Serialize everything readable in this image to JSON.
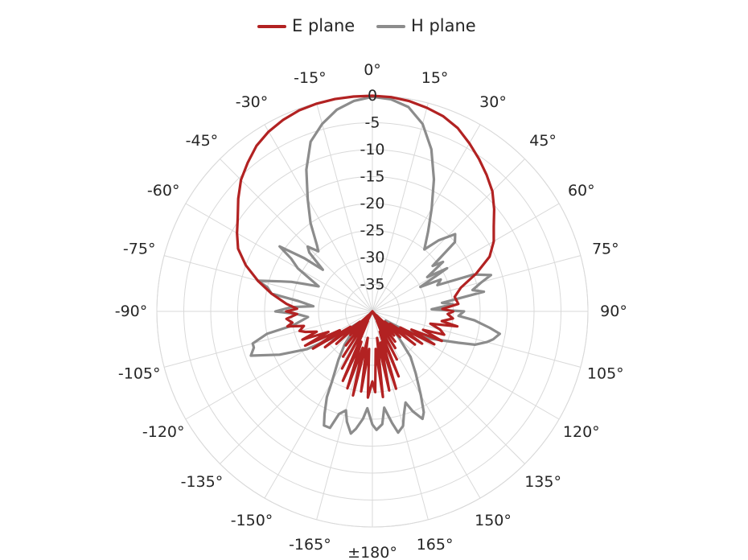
{
  "chart_data": {
    "type": "polar-line",
    "title": "",
    "theta_unit": "degrees",
    "theta_direction": "clockwise",
    "theta_zero": "top",
    "angle_ticks": [
      0,
      15,
      30,
      45,
      60,
      75,
      90,
      105,
      120,
      135,
      150,
      165,
      180,
      -165,
      -150,
      -135,
      -120,
      -105,
      -90,
      -75,
      -60,
      -45,
      -30,
      -15
    ],
    "angle_tick_labels": [
      "0°",
      "15°",
      "30°",
      "45°",
      "60°",
      "75°",
      "90°",
      "105°",
      "120°",
      "135°",
      "150°",
      "165°",
      "±180°",
      "-165°",
      "-150°",
      "-135°",
      "-120°",
      "-105°",
      "-90°",
      "-75°",
      "-60°",
      "-45°",
      "-30°",
      "-15°"
    ],
    "radial_range": [
      -40,
      0
    ],
    "radial_ticks": [
      0,
      -5,
      -10,
      -15,
      -20,
      -25,
      -30,
      -35
    ],
    "radial_tick_labels": [
      "0",
      "-5",
      "-10",
      "-15",
      "-20",
      "-25",
      "-30",
      "-35"
    ],
    "grid": true,
    "legend_position": "top-center",
    "series": [
      {
        "name": "E plane",
        "color": "#b22222",
        "theta": [
          0,
          5,
          10,
          15,
          20,
          25,
          30,
          35,
          40,
          45,
          50,
          55,
          60,
          65,
          70,
          75,
          80,
          85,
          88,
          90,
          92,
          95,
          98,
          100,
          102,
          105,
          108,
          110,
          113,
          115,
          118,
          120,
          123,
          125,
          128,
          130,
          133,
          135,
          138,
          140,
          143,
          145,
          148,
          150,
          153,
          155,
          158,
          160,
          163,
          165,
          168,
          170,
          173,
          175,
          178,
          180,
          183,
          185,
          188,
          190,
          193,
          195,
          198,
          200,
          203,
          205,
          208,
          210,
          213,
          215,
          218,
          220,
          223,
          225,
          228,
          230,
          233,
          235,
          238,
          240,
          243,
          245,
          248,
          250,
          253,
          255,
          258,
          260,
          262,
          265,
          268,
          270,
          272,
          275,
          280,
          285,
          290,
          295,
          300,
          305,
          310,
          315,
          320,
          325,
          330,
          335,
          340,
          345,
          350,
          355,
          360
        ],
        "r": [
          0,
          -0.1,
          -0.4,
          -0.9,
          -1.5,
          -2.5,
          -4,
          -5.5,
          -7,
          -8.5,
          -10.5,
          -12.5,
          -14,
          -16,
          -19.5,
          -23,
          -24.5,
          -24,
          -27,
          -25,
          -26,
          -25,
          -27,
          -24,
          -29,
          -27,
          -26,
          -30,
          -26,
          -32,
          -27,
          -34,
          -29,
          -36,
          -30,
          -37,
          -33,
          -39,
          -34,
          -40,
          -33,
          -40,
          -32,
          -40,
          -30,
          -38,
          -27,
          -36,
          -25,
          -34,
          -25,
          -35,
          -24,
          -33,
          -25,
          -27,
          -24,
          -33,
          -25,
          -35,
          -24,
          -33,
          -25,
          -34,
          -26,
          -38,
          -28,
          -40,
          -30,
          -39,
          -32,
          -40,
          -34,
          -39,
          -31,
          -37,
          -29,
          -35,
          -27,
          -33,
          -26,
          -31,
          -26,
          -29,
          -27,
          -26,
          -27,
          -24,
          -25,
          -24,
          -26,
          -24,
          -26,
          -24,
          -21,
          -18,
          -15,
          -12.5,
          -11,
          -9.5,
          -7.5,
          -5.5,
          -4,
          -2.5,
          -1.5,
          -0.8,
          -0.3,
          -0.1,
          0,
          0,
          0
        ]
      },
      {
        "name": "H plane",
        "color": "#8c8c8c",
        "theta": [
          0,
          5,
          10,
          15,
          20,
          25,
          30,
          35,
          40,
          43,
          47,
          50,
          53,
          55,
          58,
          60,
          63,
          65,
          68,
          70,
          73,
          75,
          78,
          80,
          83,
          85,
          88,
          90,
          93,
          95,
          98,
          100,
          103,
          105,
          108,
          110,
          115,
          120,
          125,
          130,
          135,
          140,
          145,
          150,
          153,
          155,
          158,
          160,
          163,
          165,
          168,
          170,
          173,
          175,
          178,
          180,
          183,
          185,
          188,
          190,
          193,
          195,
          198,
          200,
          203,
          205,
          208,
          210,
          215,
          220,
          225,
          230,
          235,
          240,
          245,
          250,
          253,
          255,
          258,
          260,
          263,
          265,
          268,
          270,
          273,
          275,
          278,
          280,
          283,
          285,
          288,
          290,
          295,
          300,
          303,
          305,
          308,
          310,
          313,
          315,
          318,
          320,
          325,
          330,
          335,
          340,
          345,
          350,
          355,
          360
        ],
        "r": [
          -0.2,
          -0.5,
          -1.5,
          -4,
          -8,
          -13,
          -18,
          -22,
          -25,
          -22,
          -19,
          -20,
          -26,
          -24,
          -28,
          -24,
          -30,
          -26,
          -27,
          -20,
          -17,
          -19,
          -21,
          -19,
          -27,
          -25,
          -29,
          -23,
          -24,
          -21,
          -18,
          -16,
          -17,
          -18,
          -20,
          -23,
          -28,
          -33,
          -37,
          -35,
          -33,
          -29,
          -26,
          -22,
          -19,
          -18,
          -20,
          -22,
          -20,
          -18,
          -17,
          -19,
          -22,
          -19,
          -18,
          -19,
          -22,
          -20,
          -18,
          -17,
          -19,
          -21,
          -20,
          -17,
          -17,
          -19,
          -22,
          -25,
          -29,
          -32,
          -35,
          -37,
          -32,
          -26,
          -21,
          -16,
          -17,
          -17,
          -20,
          -25,
          -27,
          -28,
          -26,
          -22,
          -25,
          -29,
          -26,
          -21,
          -20,
          -18,
          -22,
          -24,
          -29,
          -24,
          -22,
          -19,
          -24,
          -28,
          -24,
          -23,
          -25,
          -24,
          -20,
          -16,
          -11,
          -6.5,
          -4,
          -2,
          -0.8,
          -0.2,
          -0.2
        ]
      }
    ]
  }
}
